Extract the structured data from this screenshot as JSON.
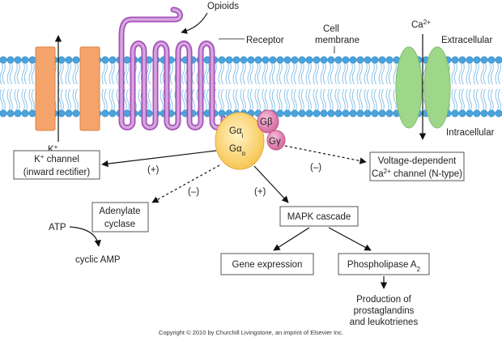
{
  "labels": {
    "opioids": "Opioids",
    "receptor": "Receptor",
    "cell_membrane_1": "Cell",
    "cell_membrane_2": "membrane",
    "extracellular": "Extracellular",
    "intracellular": "Intracellular",
    "ca": "Ca",
    "ca_sup": "2+",
    "k": "K",
    "k_sup": "+",
    "atp": "ATP",
    "cyclic_amp": "cyclic AMP",
    "production_1": "Production of",
    "production_2": "prostaglandins",
    "production_3": "and leukotrienes",
    "copyright": "Copyright © 2010 by Churchill Livingstone, an imprint of Elsevier Inc."
  },
  "gprotein": {
    "alpha_i": "Gα",
    "alpha_i_sub": "i",
    "alpha_o": "Gα",
    "alpha_o_sub": "o",
    "beta": "Gβ",
    "gamma": "Gγ"
  },
  "boxes": {
    "k_channel_1": "K",
    "k_channel_sup": "+",
    "k_channel_1b": " channel",
    "k_channel_2": "(inward rectifier)",
    "voltage_1": "Voltage-dependent",
    "voltage_2a": "Ca",
    "voltage_2sup": "2+",
    "voltage_2b": " channel (N-type)",
    "adenylate_1": "Adenylate",
    "adenylate_2": "cyclase",
    "mapk": "MAPK cascade",
    "gene": "Gene expression",
    "phospholipase": "Phospholipase A",
    "phospholipase_sub": "2"
  },
  "signs": {
    "k_channel": "(+)",
    "adenylate": "(–)",
    "mapk": "(+)",
    "voltage": "(–)"
  },
  "colors": {
    "membrane_head": "#4aa3dc",
    "receptor": "#b96bc6",
    "k_channel": "#f4a46a",
    "ca_channel": "#9ed68a",
    "g_alpha": "#ffd56b",
    "g_betagamma": "#e07fae"
  }
}
